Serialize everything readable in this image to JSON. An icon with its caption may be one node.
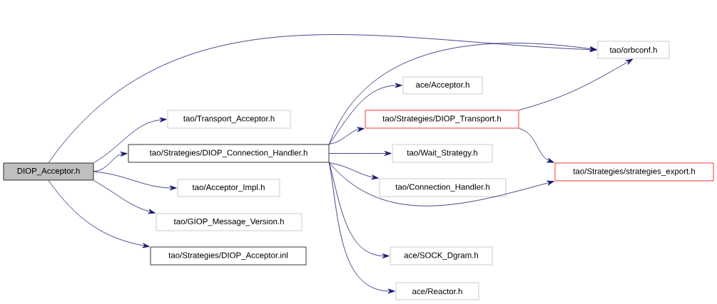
{
  "diagram": {
    "nodes": [
      {
        "text": [
          "DIOP_Acceptor.h"
        ]
      },
      {
        "text": [
          "tao/orbconf.h"
        ]
      },
      {
        "text": [
          "tao/Transport_Acceptor.h"
        ]
      },
      {
        "text": [
          "tao/Strategies/DIOP_Connection_Handler.h"
        ]
      },
      {
        "text": [
          "ace/Acceptor.h"
        ]
      },
      {
        "text": [
          "tao/Strategies/DIOP_Transport.h"
        ]
      },
      {
        "text": [
          "tao/Wait_Strategy.h"
        ]
      },
      {
        "text": [
          "tao/Strategies/strategies_export.h"
        ]
      },
      {
        "text": [
          "tao/Acceptor_Impl.h"
        ]
      },
      {
        "text": [
          "tao/Connection_Handler.h"
        ]
      },
      {
        "text": [
          "tao/GIOP_Message_Version.h"
        ]
      },
      {
        "text": [
          "ace/SOCK_Dgram.h"
        ]
      },
      {
        "text": [
          "tao/Strategies/DIOP_Acceptor.inl"
        ]
      },
      {
        "text": [
          "ace/Reactor.h"
        ]
      }
    ],
    "edges": [
      {
        "from": 0,
        "to": 1,
        "arrow": "to"
      },
      {
        "from": 0,
        "to": 2,
        "arrow": "to"
      },
      {
        "from": 0,
        "to": 3,
        "arrow": "to"
      },
      {
        "from": 0,
        "to": 8,
        "arrow": "to"
      },
      {
        "from": 0,
        "to": 10,
        "arrow": "to"
      },
      {
        "from": 0,
        "to": 12,
        "arrow": "to"
      },
      {
        "from": 3,
        "to": 1,
        "arrow": "to"
      },
      {
        "from": 3,
        "to": 4,
        "arrow": "to"
      },
      {
        "from": 3,
        "to": 5,
        "arrow": "to"
      },
      {
        "from": 3,
        "to": 6,
        "arrow": "to"
      },
      {
        "from": 3,
        "to": 9,
        "arrow": "to"
      },
      {
        "from": 3,
        "to": 7,
        "arrow": "to"
      },
      {
        "from": 3,
        "to": 11,
        "arrow": "to"
      },
      {
        "from": 3,
        "to": 13,
        "arrow": "to"
      },
      {
        "from": 5,
        "to": 1,
        "arrow": "to"
      },
      {
        "from": 5,
        "to": 7,
        "arrow": "to"
      }
    ]
  }
}
